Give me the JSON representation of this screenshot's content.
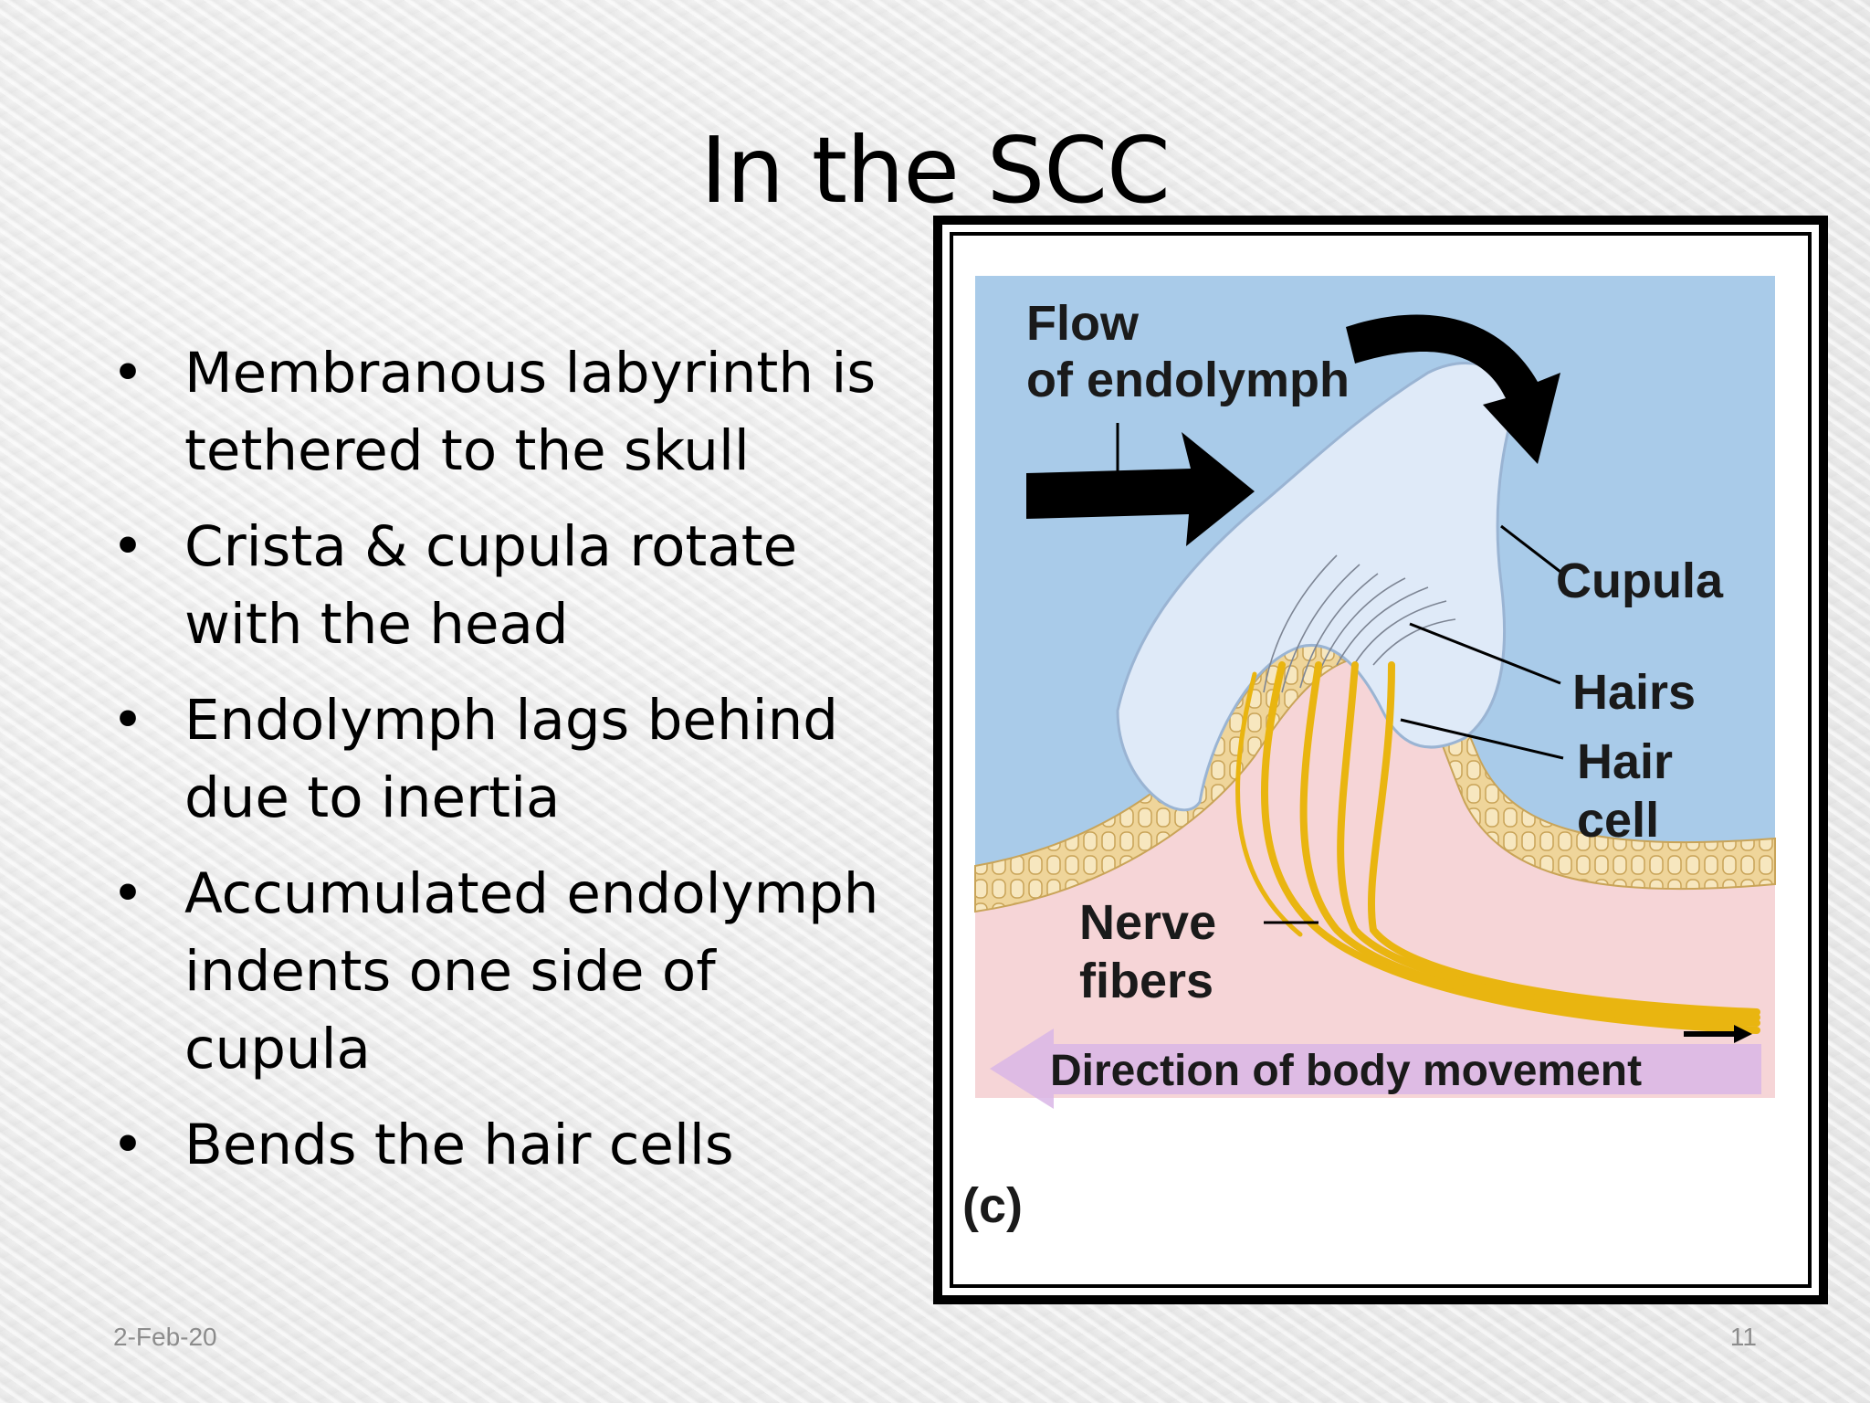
{
  "slide": {
    "title": "In the SCC",
    "bullets": [
      "Membranous labyrinth is tethered to the skull",
      "Crista & cupula rotate with the head",
      "Endolymph lags behind due to inertia",
      "Accumulated endolymph indents one side of cupula",
      "Bends the hair cells"
    ],
    "bullet_glyph": "•",
    "footer": {
      "date": "2-Feb-20",
      "page_number": "11"
    }
  },
  "figure": {
    "labels": {
      "flow_line1": "Flow",
      "flow_line2": "of endolymph",
      "cupula": "Cupula",
      "hairs": "Hairs",
      "hair_cell_line1": "Hair",
      "hair_cell_line2": "cell",
      "nerve_line1": "Nerve",
      "nerve_line2": "fibers",
      "direction": "Direction of body movement",
      "panel": "(c)"
    },
    "colors": {
      "endolymph_blue": "#a9cbe9",
      "cupula": "#dfeaf8",
      "tissue_pink": "#f6d5d7",
      "epithelium": "#efd59a",
      "nerve_yellow": "#e9b510",
      "arrow": "#000000",
      "direction_arrow": "#d9b6e6"
    }
  }
}
